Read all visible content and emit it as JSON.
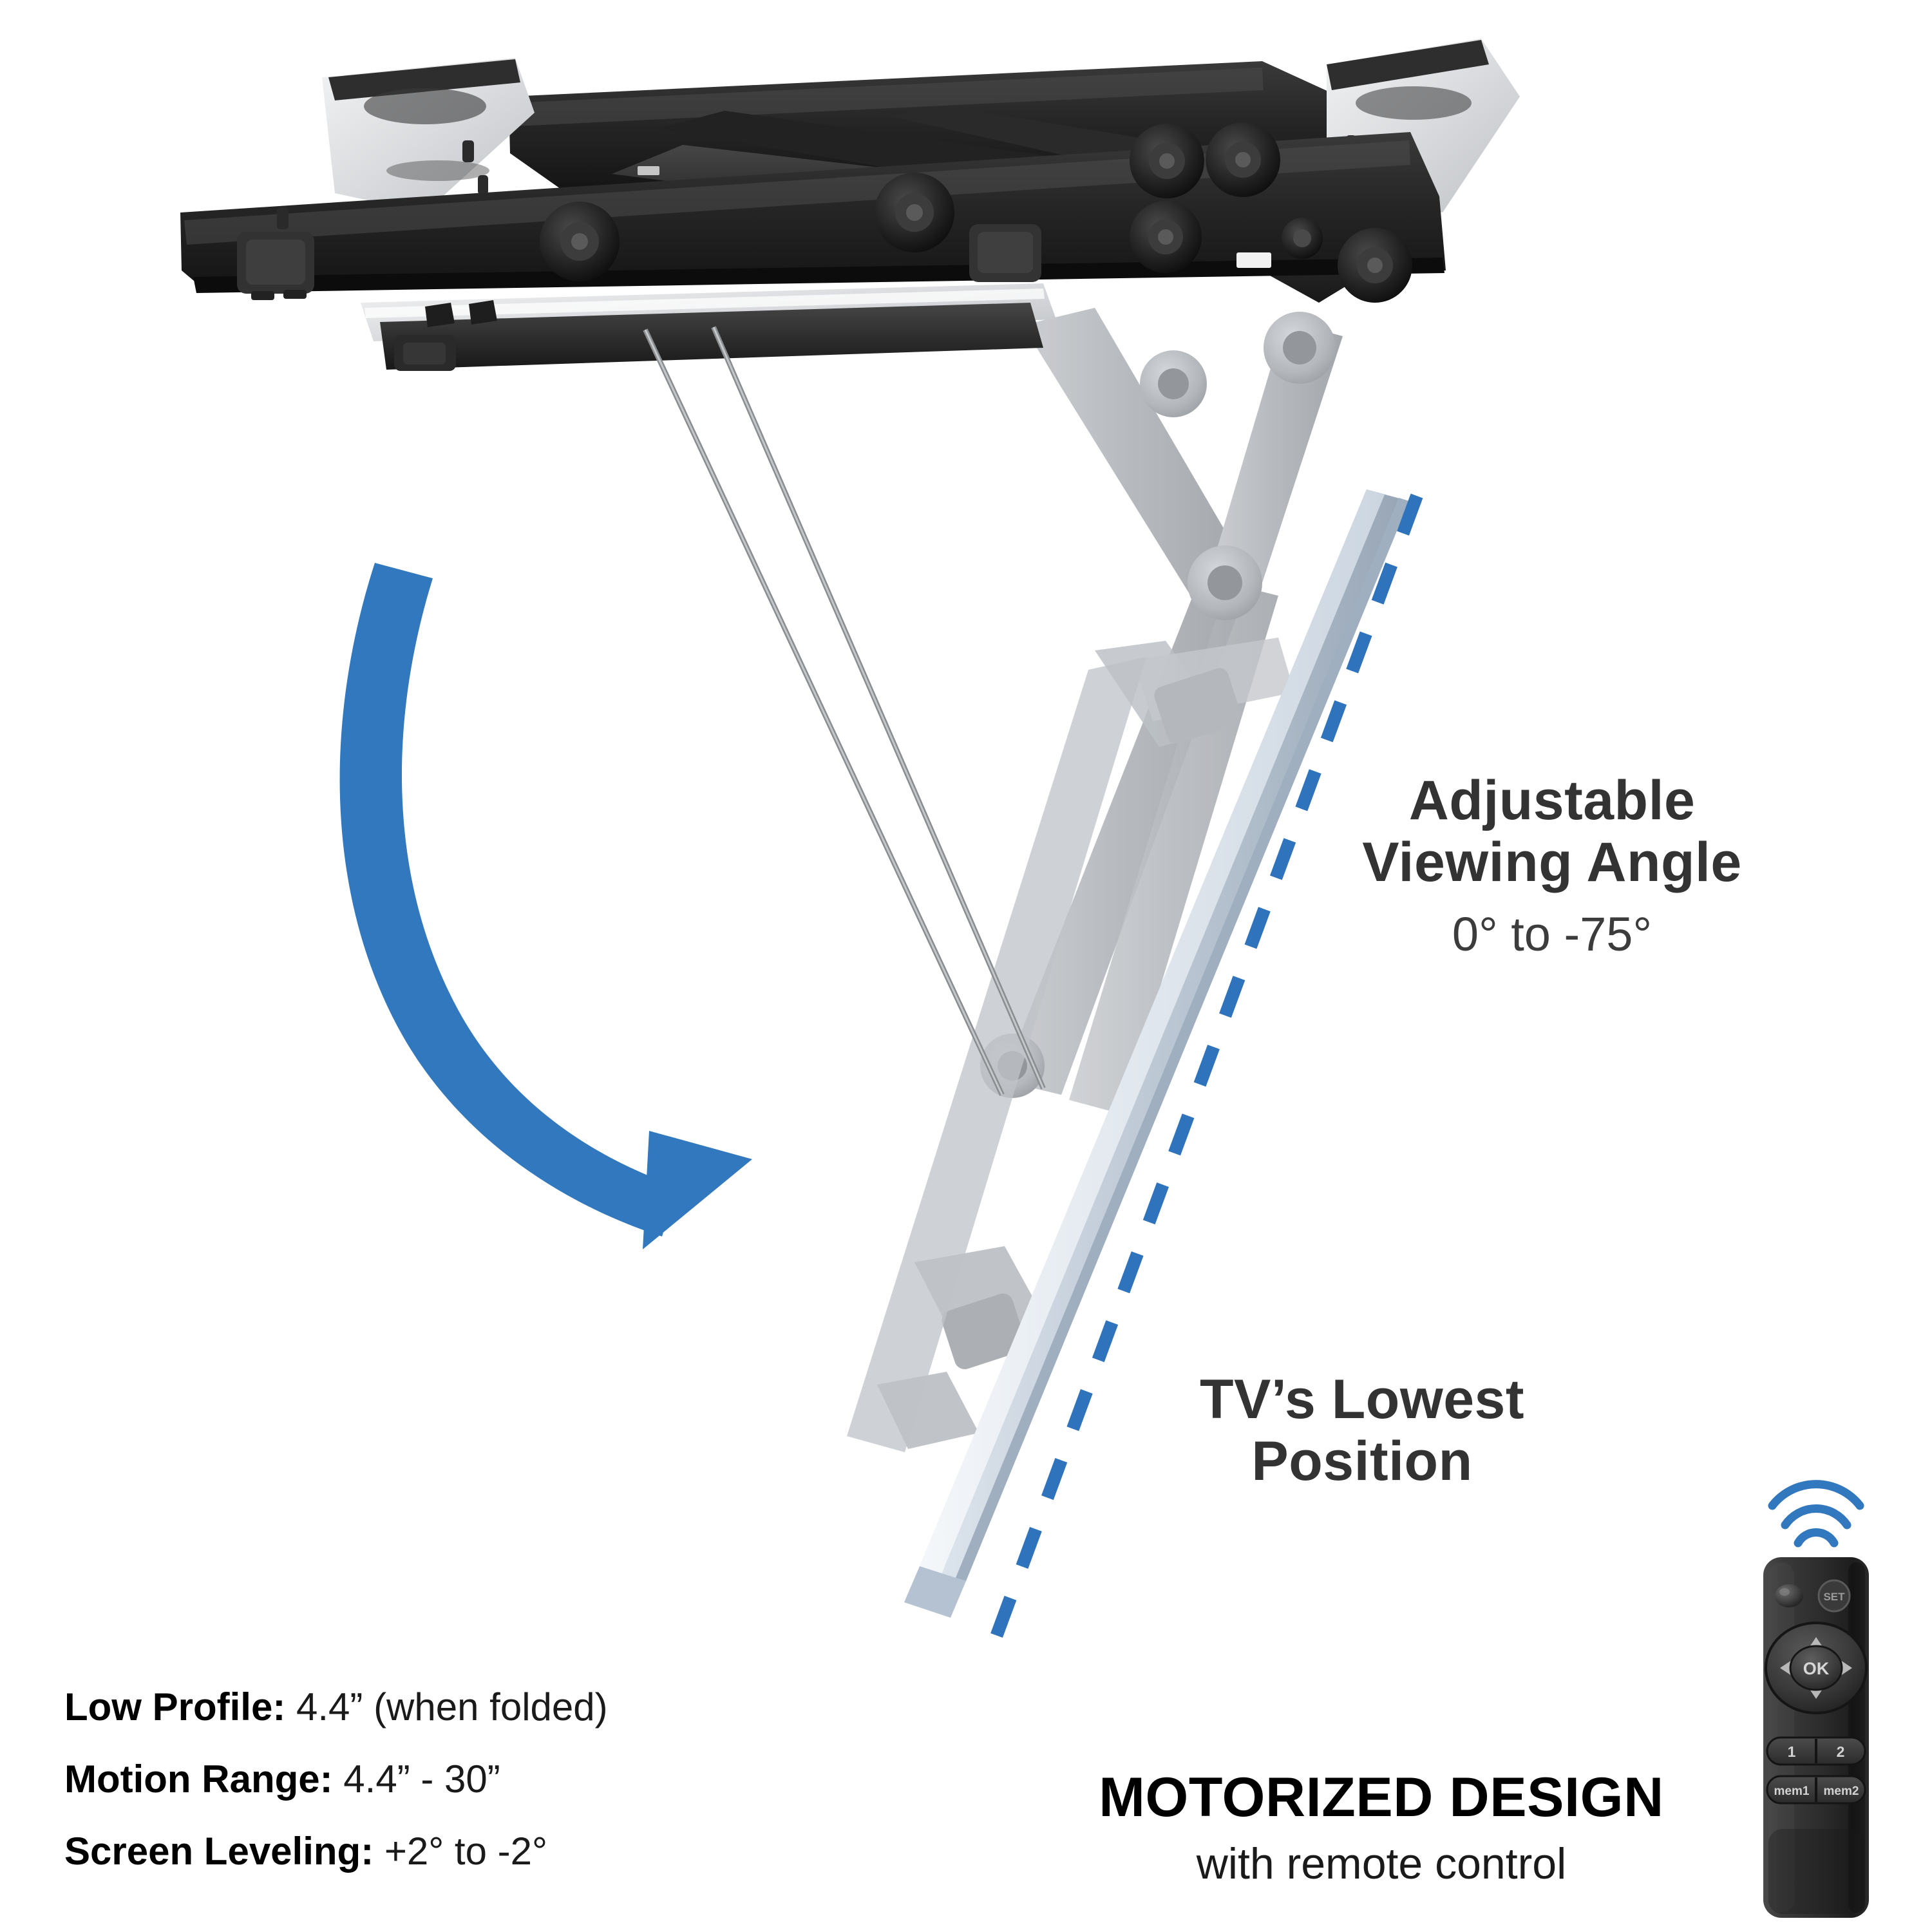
{
  "background_color": "#ffffff",
  "accent_color": "#3178be",
  "text_color": "#333333",
  "callouts": {
    "viewing_angle": {
      "line1": "Adjustable",
      "line2": "Viewing Angle",
      "range": "0° to -75°"
    },
    "lowest_position": {
      "line1": "TV’s Lowest",
      "line2": "Position"
    }
  },
  "specs": [
    {
      "label": "Low Profile:",
      "value": "4.4” (when folded)"
    },
    {
      "label": "Motion Range:",
      "value": "4.4” - 30”"
    },
    {
      "label": "Screen Leveling:",
      "value": "+2° to -2°"
    }
  ],
  "motorized": {
    "title": "MOTORIZED DESIGN",
    "subtitle": "with remote control"
  },
  "remote": {
    "set_button": "SET",
    "ok_button": "OK",
    "preset_1": "1",
    "preset_2": "2",
    "mem_1": "mem1",
    "mem_2": "mem2"
  },
  "illustration": {
    "mount_color": "#2b2b2b",
    "ghost_arm_color": "#b5b8bc",
    "tv_panel_color": "#c3cdd8",
    "cable_color": "#8a8d90",
    "dashed_line_color": "#2f73bd",
    "arrow_color": "#3178be"
  }
}
